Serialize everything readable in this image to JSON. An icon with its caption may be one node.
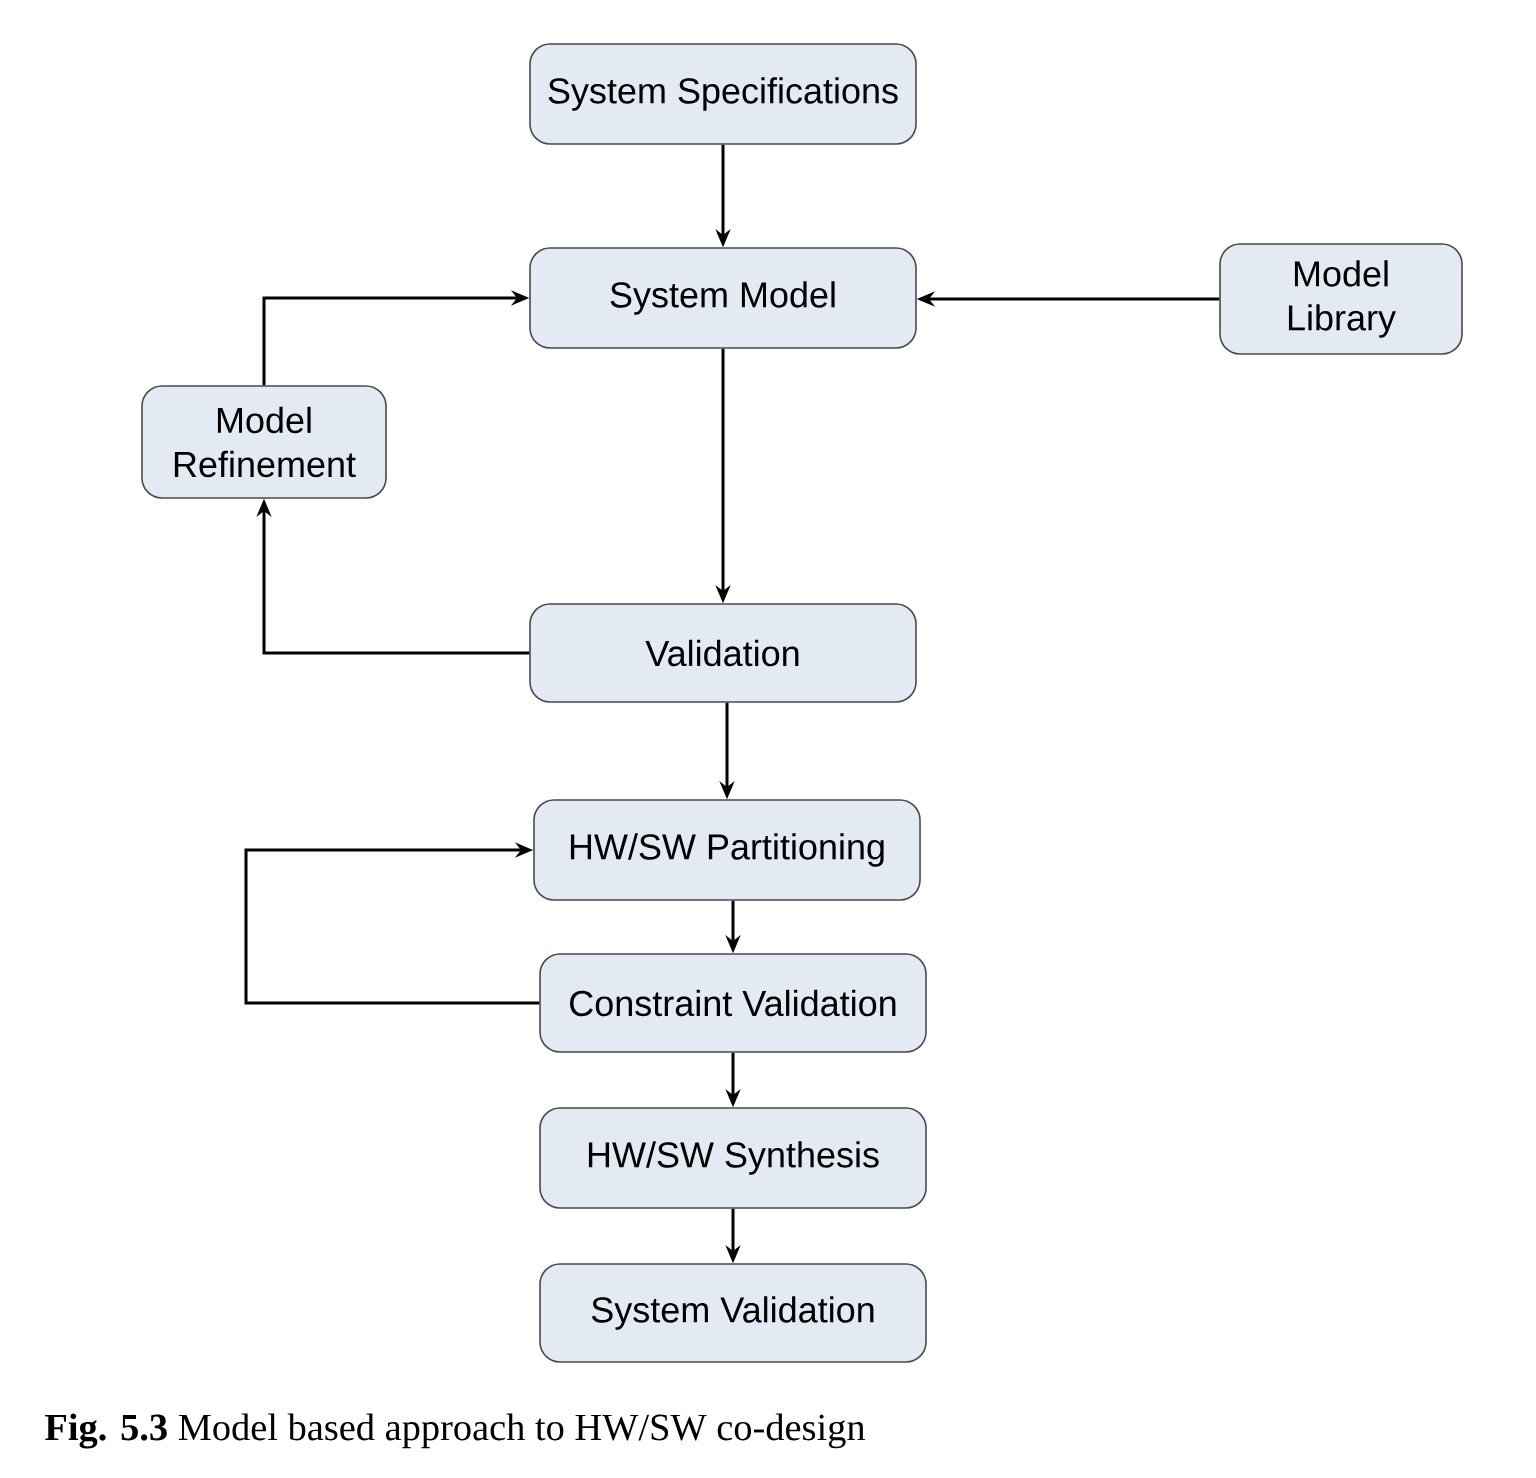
{
  "diagram": {
    "caption": "**Fig. 5.3** Model based approach to HW/SW co-design",
    "nodes": [
      {
        "text": [
          "System Specifications"
        ]
      },
      {
        "text": [
          "System Model"
        ]
      },
      {
        "text": [
          "Model Library"
        ]
      },
      {
        "text": [
          "Model Refinement"
        ]
      },
      {
        "text": [
          "Validation"
        ]
      },
      {
        "text": [
          "HW/SW Partitioning"
        ]
      },
      {
        "text": [
          "Constraint Validation"
        ]
      },
      {
        "text": [
          "HW/SW Synthesis"
        ]
      },
      {
        "text": [
          "System Validation"
        ]
      }
    ],
    "edges": [
      {
        "from": 0,
        "to": 1,
        "arrow": "to"
      },
      {
        "from": 2,
        "to": 1,
        "arrow": "to"
      },
      {
        "from": 1,
        "to": 4,
        "arrow": "to"
      },
      {
        "from": 4,
        "to": 3,
        "arrow": "to"
      },
      {
        "from": 3,
        "to": 1,
        "arrow": "to"
      },
      {
        "from": 4,
        "to": 5,
        "arrow": "to"
      },
      {
        "from": 5,
        "to": 6,
        "arrow": "to"
      },
      {
        "from": 6,
        "to": 5,
        "arrow": "to"
      },
      {
        "from": 6,
        "to": 7,
        "arrow": "to"
      },
      {
        "from": 7,
        "to": 8,
        "arrow": "to"
      }
    ]
  }
}
